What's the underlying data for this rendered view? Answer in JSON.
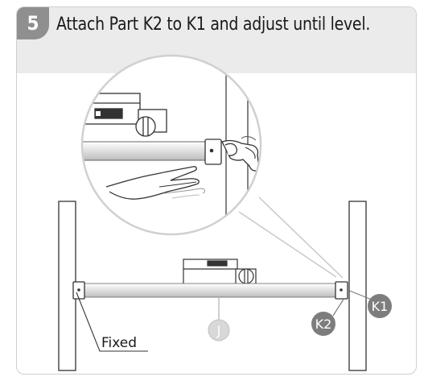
{
  "step": {
    "number": "5",
    "instruction": "Attach Part K2 to K1 and adjust until level."
  },
  "labels": {
    "fixed": "Fixed",
    "part_j": "J",
    "part_k1": "K1",
    "part_k2": "K2"
  },
  "colors": {
    "badge": "#8f8f8f",
    "header_bg": "#ebebeb",
    "callout_dark": "#7d7d7d",
    "callout_light": "#d8d8d8"
  }
}
